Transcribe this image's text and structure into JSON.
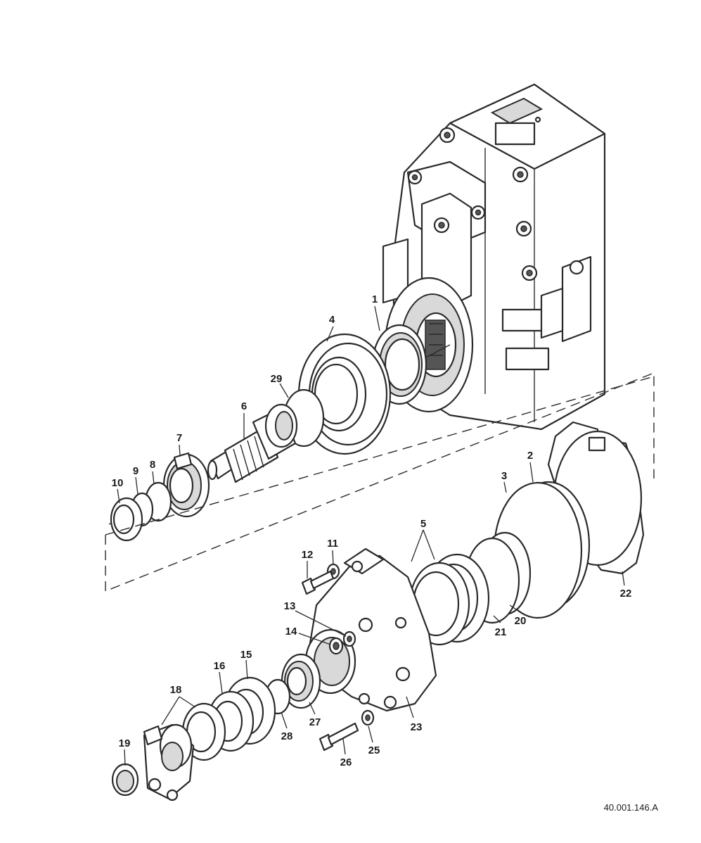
{
  "reference_code": "40.001.146.A",
  "callouts": [
    {
      "id": "1",
      "label": "1"
    },
    {
      "id": "2",
      "label": "2"
    },
    {
      "id": "3",
      "label": "3"
    },
    {
      "id": "4",
      "label": "4"
    },
    {
      "id": "5",
      "label": "5"
    },
    {
      "id": "6",
      "label": "6"
    },
    {
      "id": "7",
      "label": "7"
    },
    {
      "id": "8",
      "label": "8"
    },
    {
      "id": "9",
      "label": "9"
    },
    {
      "id": "10",
      "label": "10"
    },
    {
      "id": "11",
      "label": "11"
    },
    {
      "id": "12",
      "label": "12"
    },
    {
      "id": "13",
      "label": "13"
    },
    {
      "id": "14",
      "label": "14"
    },
    {
      "id": "15",
      "label": "15"
    },
    {
      "id": "16",
      "label": "16"
    },
    {
      "id": "18",
      "label": "18"
    },
    {
      "id": "19",
      "label": "19"
    },
    {
      "id": "20",
      "label": "20"
    },
    {
      "id": "21",
      "label": "21"
    },
    {
      "id": "22",
      "label": "22"
    },
    {
      "id": "23",
      "label": "23"
    },
    {
      "id": "25",
      "label": "25"
    },
    {
      "id": "26",
      "label": "26"
    },
    {
      "id": "27",
      "label": "27"
    },
    {
      "id": "28",
      "label": "28"
    },
    {
      "id": "29",
      "label": "29"
    }
  ]
}
